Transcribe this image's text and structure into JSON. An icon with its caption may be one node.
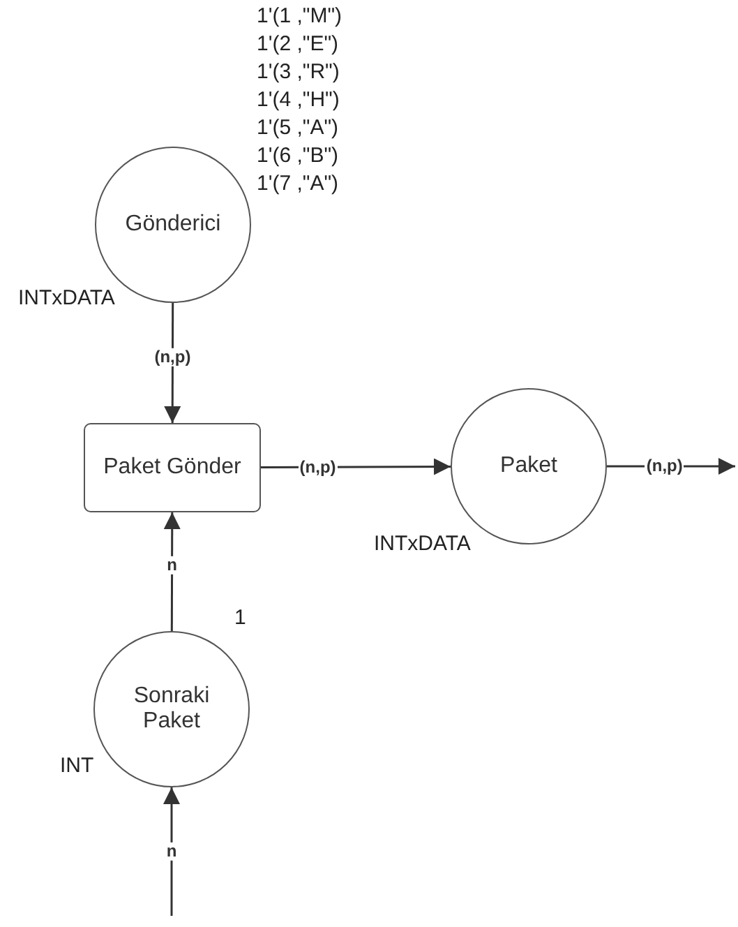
{
  "diagram": {
    "nodes": [
      {
        "text": [
          "Gönderici"
        ],
        "beside": [
          "1'(1 ,\"M\")",
          "1'(2 ,\"E\")",
          "1'(3 ,\"R\")",
          "1'(4 ,\"H\")",
          "1'(5 ,\"A\")",
          "1'(6 ,\"B\")",
          "1'(7 ,\"A\")",
          "INTxDATA"
        ]
      },
      {
        "text": [
          "Paket Gönder"
        ]
      },
      {
        "text": [
          "Paket"
        ],
        "beside": [
          "INTxDATA"
        ]
      },
      {
        "text": [
          "Sonraki Paket"
        ],
        "beside": [
          "1",
          "INT"
        ]
      }
    ],
    "edges": [
      {
        "from": 0,
        "to": 1,
        "arrow": "to",
        "label": "(n,p)"
      },
      {
        "from": 1,
        "to": 2,
        "arrow": "to",
        "label": "(n,p)"
      },
      {
        "from": 2,
        "to": null,
        "arrow": "to",
        "label": "(n,p)"
      },
      {
        "from": 3,
        "to": 1,
        "arrow": "to",
        "label": "n"
      },
      {
        "from": null,
        "to": 3,
        "arrow": "to",
        "label": "n"
      }
    ]
  }
}
